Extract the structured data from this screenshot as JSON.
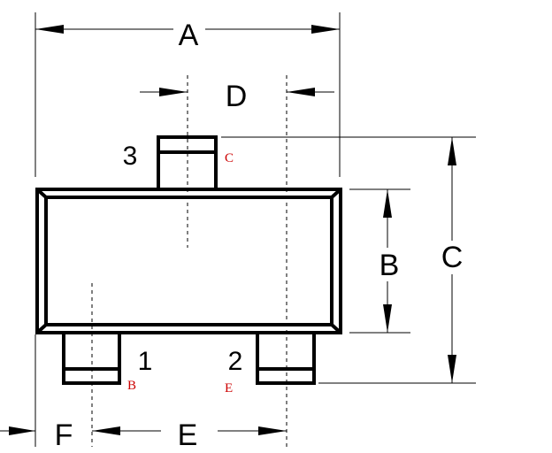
{
  "dimensions": {
    "a": "A",
    "b": "B",
    "c": "C",
    "d": "D",
    "e": "E",
    "f": "F"
  },
  "pins": [
    {
      "number": "1",
      "name": "B"
    },
    {
      "number": "2",
      "name": "E"
    },
    {
      "number": "3",
      "name": "C"
    }
  ]
}
